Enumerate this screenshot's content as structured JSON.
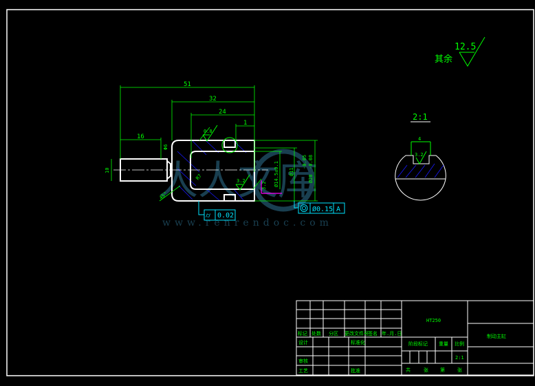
{
  "roughness_note": {
    "label": "其余",
    "value": "12.5"
  },
  "main_view": {
    "dims": {
      "overall": "51",
      "body": "32",
      "bore_depth": "24",
      "groove_offset": "1",
      "thread_len": "16",
      "neck": "Φ6",
      "thread_dia": "10",
      "inner_radius": "R7",
      "chamfer": "45°",
      "bore_dia": "Ø14.5±0.1",
      "groove_dia": "Ø11",
      "outer_dia": "Ø28",
      "outer_tol_upper": "-0.05",
      "outer_tol_lower": "-0.08",
      "small_rough": "3.2"
    },
    "roughness": [
      "0.8",
      "3.2"
    ],
    "tolerances": [
      {
        "symbol": "cylindricity",
        "value": "0.02",
        "datum": ""
      },
      {
        "symbol": "concentricity",
        "value": "Ø0.15",
        "datum": "A"
      }
    ]
  },
  "detail_view": {
    "scale": "2:1",
    "width_dim": "4",
    "roughness": "3.2"
  },
  "title_block": {
    "material": "HT250",
    "part_name": "制动主缸",
    "headers": [
      "标记",
      "处数",
      "分区",
      "更改文件号",
      "签名",
      "年.月.日"
    ],
    "design": "设计",
    "standard": "标准化",
    "review": "审核",
    "process": "工艺",
    "approve": "批准",
    "stage_mark": "阶段标记",
    "weight": "重量",
    "scale_label": "比例",
    "scale": "2:1",
    "sheets": [
      "共",
      "张",
      "第",
      "张"
    ]
  },
  "watermark": {
    "logo": "人人文库",
    "url": "www.renrendoc.com"
  },
  "colors": {
    "outline": "#ffffff",
    "dimension": "#00ff00",
    "hatch": "#1a1aff",
    "gdt": "#00e5ff",
    "datum": "#ff00ff"
  }
}
